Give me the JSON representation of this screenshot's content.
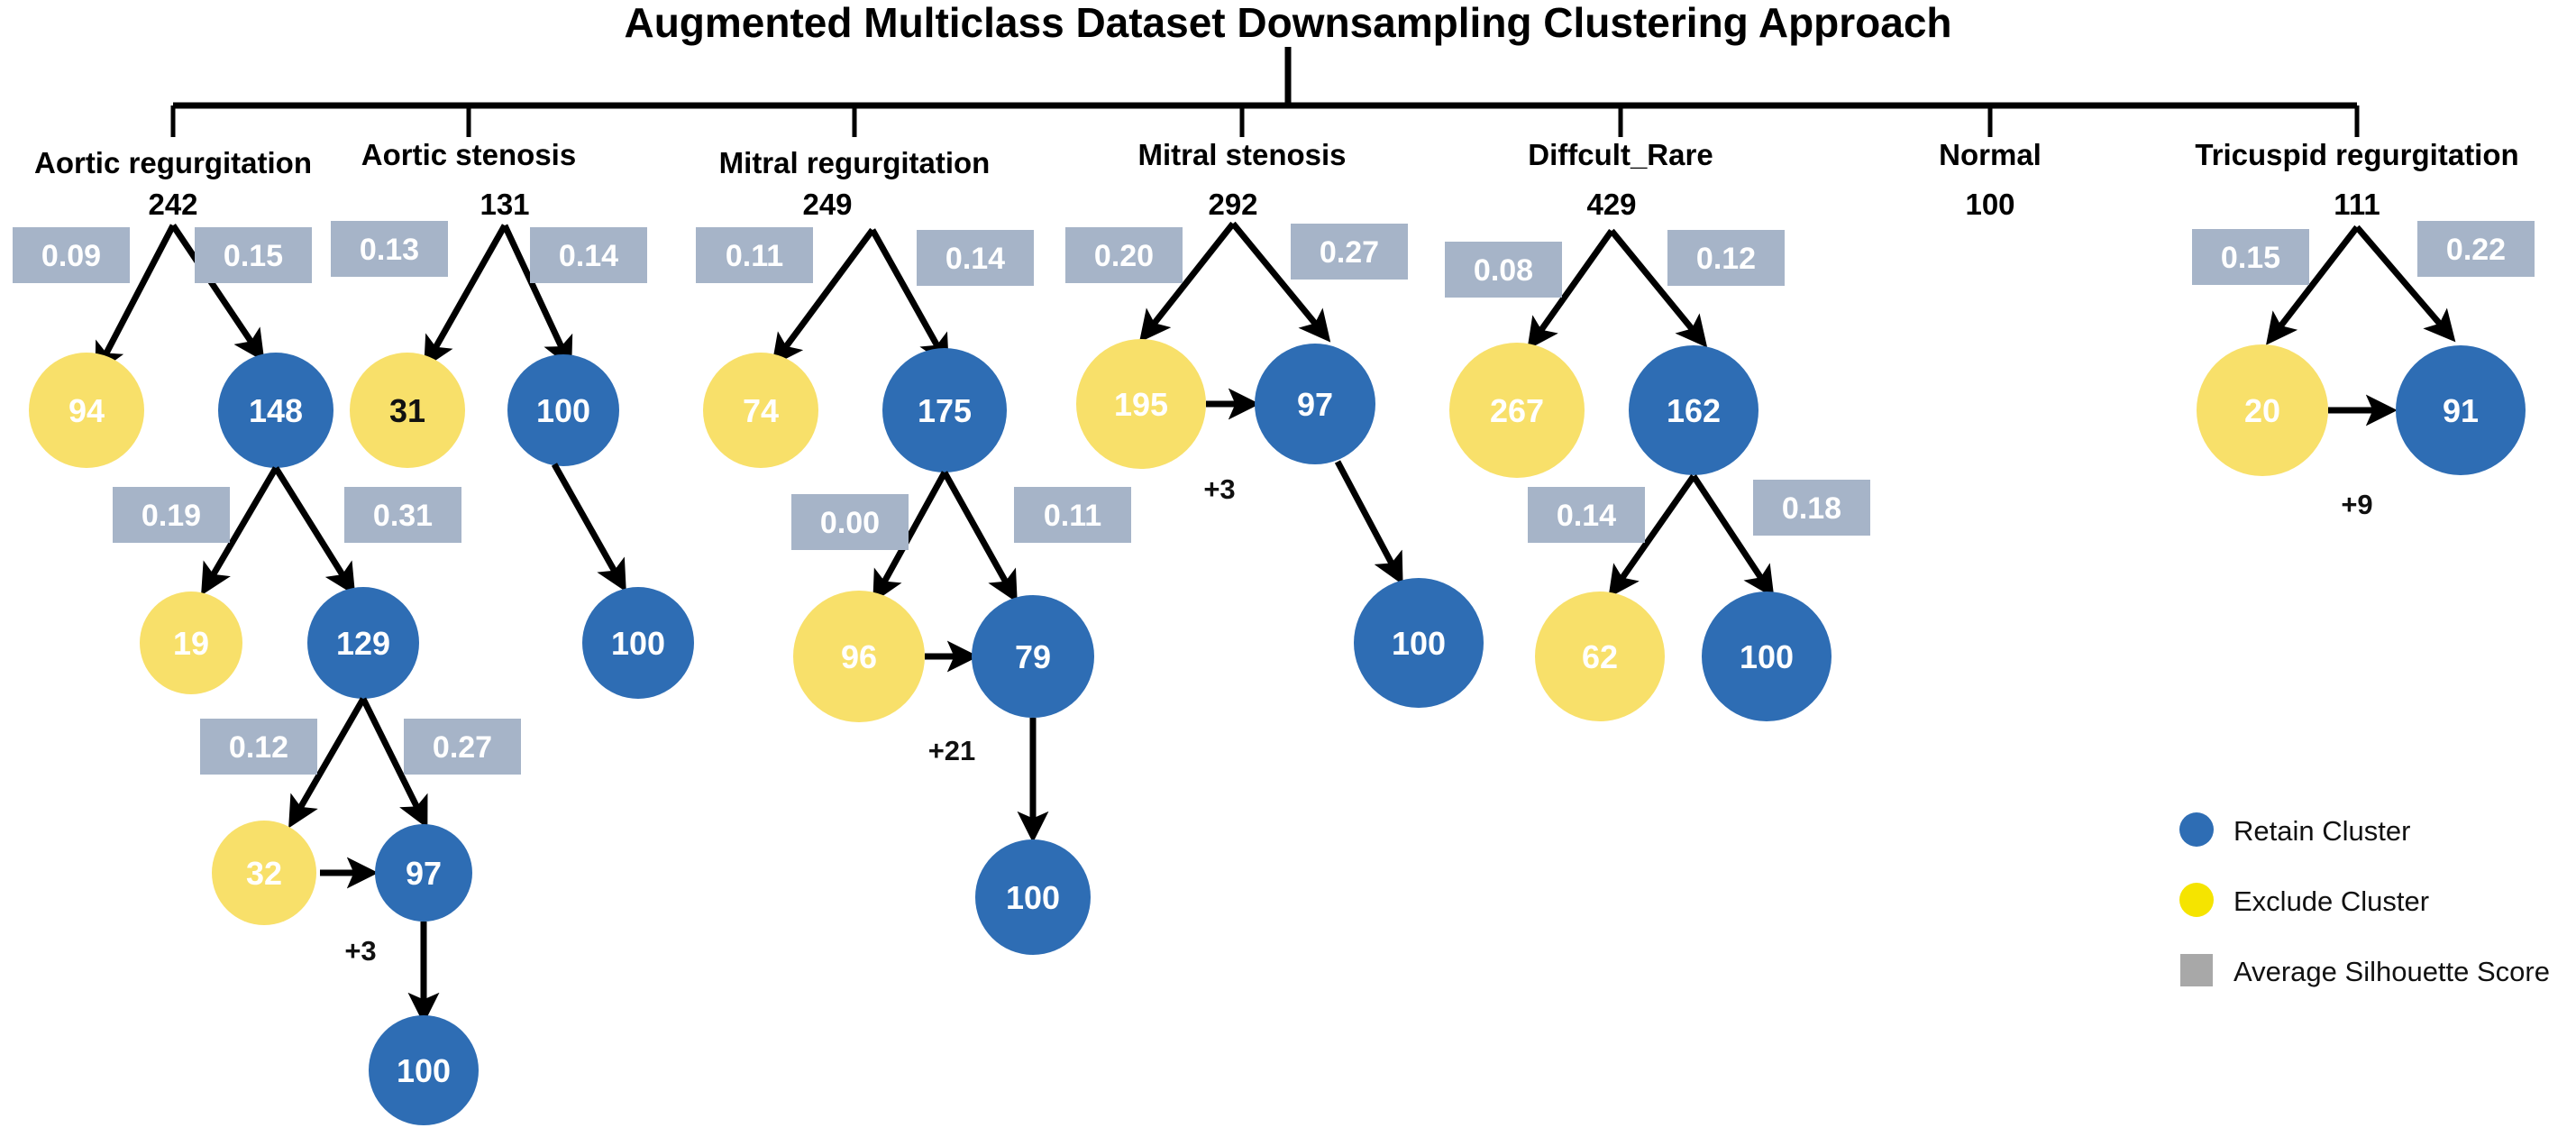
{
  "title": "Augmented Multiclass Dataset Downsampling Clustering Approach",
  "colors": {
    "retain": "#2E6DB4",
    "exclude": "#F8E06A",
    "exclude_legend": "#F5E400",
    "score_box": "#A6B4C8",
    "score_box_light": "#B3BFCF",
    "legend_square": "#A8A8A8",
    "line": "#000000",
    "background": "#FFFFFF"
  },
  "legend": {
    "items": [
      {
        "marker": "circle",
        "color_key": "retain",
        "label": "Retain Cluster"
      },
      {
        "marker": "circle",
        "color_key": "exclude",
        "label": "Exclude Cluster"
      },
      {
        "marker": "square",
        "color_key": "legend_square",
        "label": "Average Silhouette Score"
      }
    ]
  },
  "classes": [
    {
      "name": "Aortic regurgitation",
      "count": "242",
      "scores": [
        "0.09",
        "0.15",
        "0.19",
        "0.31",
        "0.12",
        "0.27"
      ],
      "nodes": [
        "94",
        "148",
        "19",
        "129",
        "32",
        "97",
        "100"
      ],
      "deltas": [
        "+3"
      ]
    },
    {
      "name": "Aortic stenosis",
      "count": "131",
      "scores": [
        "0.13",
        "0.14"
      ],
      "nodes": [
        "31",
        "100",
        "100"
      ],
      "deltas": []
    },
    {
      "name": "Mitral regurgitation",
      "count": "249",
      "scores": [
        "0.11",
        "0.14",
        "0.00",
        "0.11"
      ],
      "nodes": [
        "74",
        "175",
        "96",
        "79",
        "100"
      ],
      "deltas": [
        "+21"
      ]
    },
    {
      "name": "Mitral stenosis",
      "count": "292",
      "scores": [
        "0.20",
        "0.27"
      ],
      "nodes": [
        "195",
        "97",
        "100"
      ],
      "deltas": [
        "+3"
      ]
    },
    {
      "name": "Diffcult_Rare",
      "count": "429",
      "scores": [
        "0.08",
        "0.12",
        "0.14",
        "0.18"
      ],
      "nodes": [
        "267",
        "162",
        "62",
        "100"
      ],
      "deltas": []
    },
    {
      "name": "Normal",
      "count": "100",
      "scores": [],
      "nodes": [],
      "deltas": []
    },
    {
      "name": "Tricuspid regurgitation",
      "count": "111",
      "scores": [
        "0.15",
        "0.22"
      ],
      "nodes": [
        "20",
        "91"
      ],
      "deltas": [
        "+9"
      ]
    }
  ],
  "chart_data": {
    "type": "diagram",
    "title": "Augmented Multiclass Dataset Downsampling Clustering Approach",
    "root_classes": 7,
    "trees": [
      {
        "class": "Aortic regurgitation",
        "root_count": 242,
        "levels": [
          {
            "silhouette": [
              0.09,
              0.15
            ],
            "exclude": 94,
            "retain": 148
          },
          {
            "silhouette": [
              0.19,
              0.31
            ],
            "exclude": 19,
            "retain": 129
          },
          {
            "silhouette": [
              0.12,
              0.27
            ],
            "exclude": 32,
            "retain": 97,
            "merge_delta": "+3"
          }
        ],
        "final": 100
      },
      {
        "class": "Aortic stenosis",
        "root_count": 131,
        "levels": [
          {
            "silhouette": [
              0.13,
              0.14
            ],
            "exclude": 31,
            "retain": 100
          }
        ],
        "final": 100
      },
      {
        "class": "Mitral regurgitation",
        "root_count": 249,
        "levels": [
          {
            "silhouette": [
              0.11,
              0.14
            ],
            "exclude": 74,
            "retain": 175
          },
          {
            "silhouette": [
              0.0,
              0.11
            ],
            "exclude": 96,
            "retain": 79,
            "merge_delta": "+21"
          }
        ],
        "final": 100
      },
      {
        "class": "Mitral stenosis",
        "root_count": 292,
        "levels": [
          {
            "silhouette": [
              0.2,
              0.27
            ],
            "exclude": 195,
            "retain": 97,
            "merge_delta": "+3"
          }
        ],
        "final": 100
      },
      {
        "class": "Diffcult_Rare",
        "root_count": 429,
        "levels": [
          {
            "silhouette": [
              0.08,
              0.12
            ],
            "exclude": 267,
            "retain": 162
          },
          {
            "silhouette": [
              0.14,
              0.18
            ],
            "exclude": 62,
            "retain": 100
          }
        ],
        "final": 100
      },
      {
        "class": "Normal",
        "root_count": 100,
        "levels": [],
        "final": 100
      },
      {
        "class": "Tricuspid regurgitation",
        "root_count": 111,
        "levels": [
          {
            "silhouette": [
              0.15,
              0.22
            ],
            "exclude": 20,
            "retain": 91,
            "merge_delta": "+9"
          }
        ],
        "final": 91
      }
    ]
  }
}
